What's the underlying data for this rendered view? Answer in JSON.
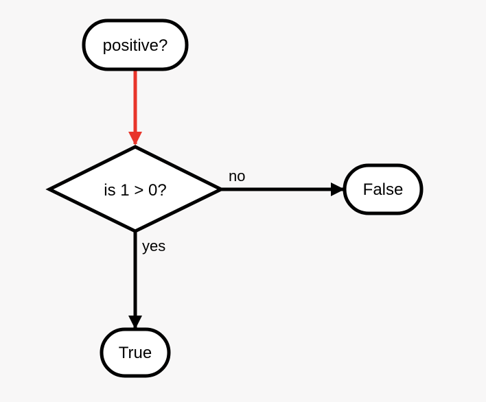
{
  "diagram": {
    "nodes": {
      "start": {
        "label": "positive?",
        "shape": "terminal"
      },
      "decision": {
        "label": "is 1 > 0?",
        "shape": "decision"
      },
      "false_node": {
        "label": "False",
        "shape": "terminal"
      },
      "true_node": {
        "label": "True",
        "shape": "terminal"
      }
    },
    "edges": {
      "start_to_decision": {
        "from": "start",
        "to": "decision",
        "label": "",
        "color": "#e8352b",
        "active": true
      },
      "decision_to_false": {
        "from": "decision",
        "to": "false_node",
        "label": "no",
        "color": "#000000"
      },
      "decision_to_true": {
        "from": "decision",
        "to": "true_node",
        "label": "yes",
        "color": "#000000"
      }
    }
  },
  "colors": {
    "background": "#f8f7f7",
    "node_fill": "#ffffff",
    "stroke": "#000000",
    "active_edge": "#e8352b"
  }
}
